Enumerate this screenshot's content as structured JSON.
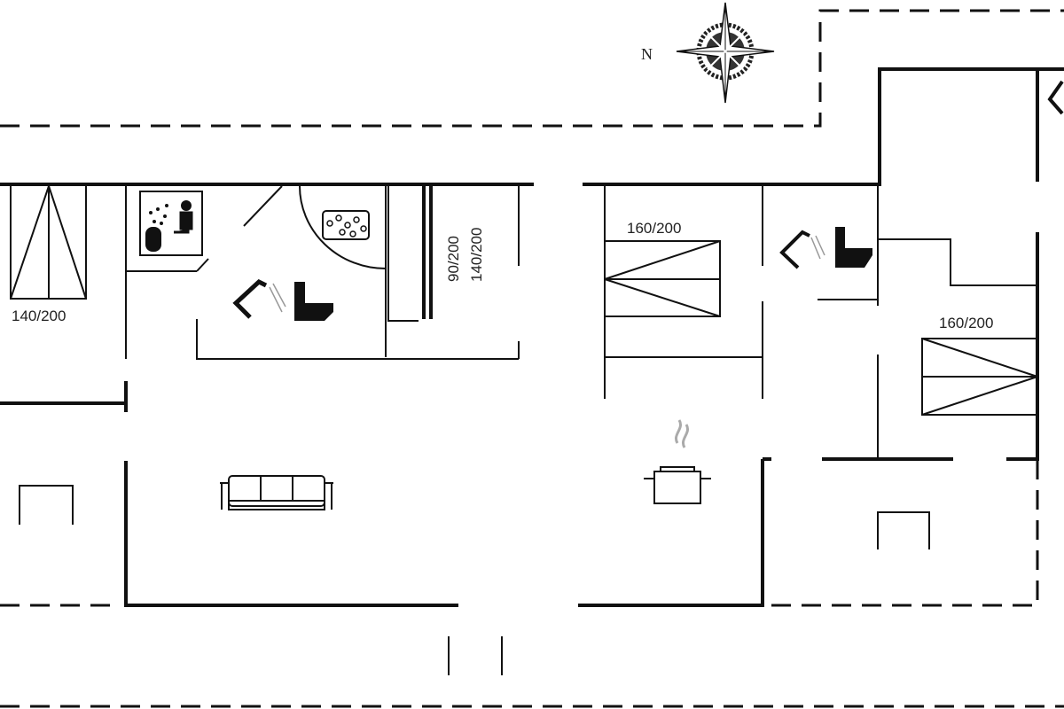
{
  "compass": {
    "north_label": "N"
  },
  "beds": [
    {
      "room": "left-bedroom",
      "size": "140/200"
    },
    {
      "room": "bunk-room",
      "size_a": "90/200",
      "size_b": "140/200"
    },
    {
      "room": "middle-bedroom",
      "size": "160/200"
    },
    {
      "room": "right-bedroom",
      "size": "160/200"
    }
  ],
  "icons": [
    "compass-rose-icon",
    "sauna-icon",
    "whirlpool-icon",
    "shower-icon",
    "toilet-icon",
    "sofa-icon",
    "cooking-pot-icon",
    "table-icon"
  ]
}
